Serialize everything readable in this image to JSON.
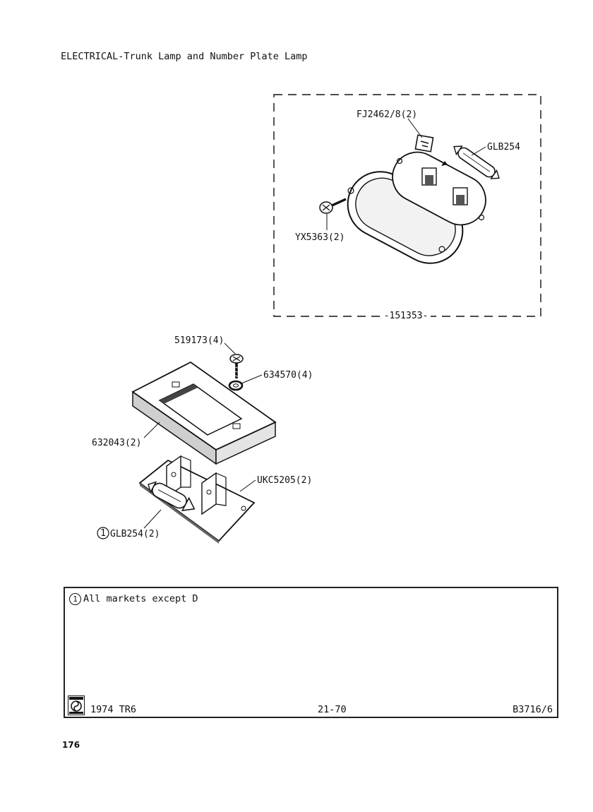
{
  "page": {
    "title": "ELECTRICAL-Trunk Lamp and Number Plate Lamp",
    "page_number": "176"
  },
  "trunk_lamp": {
    "assembly_number": "-151353-",
    "parts": [
      {
        "label": "FJ2462/8(2)"
      },
      {
        "label": "GLB254"
      },
      {
        "label": "YX5363(2)"
      }
    ]
  },
  "number_plate_lamp": {
    "parts": [
      {
        "label": "519173(4)"
      },
      {
        "label": "634570(4)"
      },
      {
        "label": "632043(2)"
      },
      {
        "label": "UKC5205(2)"
      },
      {
        "label": "GLB254(2)",
        "note_ref": "1"
      }
    ]
  },
  "notes": {
    "items": [
      {
        "ref": "1",
        "text": "All markets except D"
      }
    ],
    "footer": {
      "model": "1974 TR6",
      "section_code": "21-70",
      "ref_code": "B3716/6",
      "logo": "british-leyland-logo"
    }
  }
}
